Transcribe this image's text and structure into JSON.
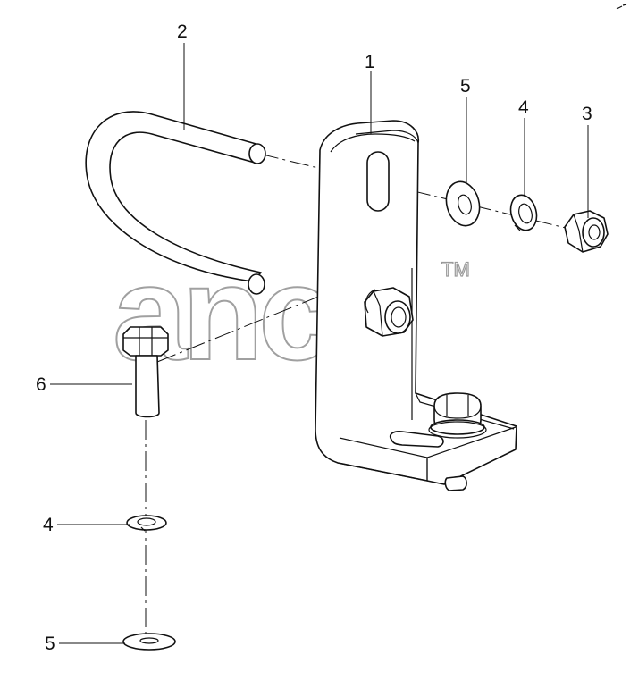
{
  "diagram": {
    "callouts": [
      {
        "id": "c1",
        "label": "1"
      },
      {
        "id": "c2",
        "label": "2"
      },
      {
        "id": "c3",
        "label": "3"
      },
      {
        "id": "c4a",
        "label": "4"
      },
      {
        "id": "c5a",
        "label": "5"
      },
      {
        "id": "c6",
        "label": "6"
      },
      {
        "id": "c4b",
        "label": "4"
      },
      {
        "id": "c5b",
        "label": "5"
      }
    ],
    "watermark": {
      "text": "ancb",
      "trademark": "TM"
    }
  }
}
